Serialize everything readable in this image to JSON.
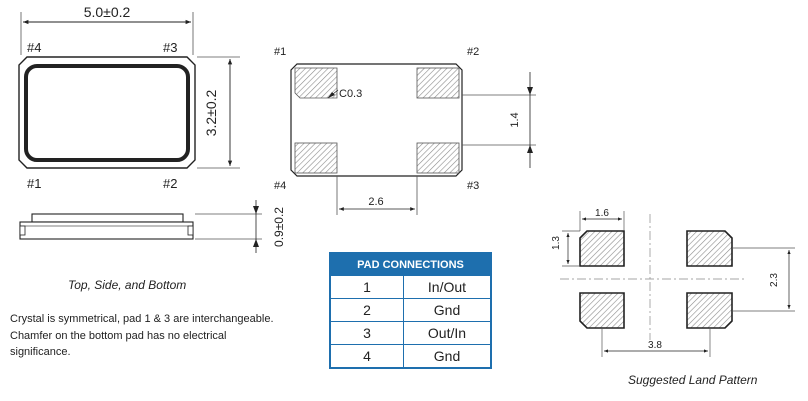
{
  "top_view": {
    "width_dim": "5.0±0.2",
    "height_dim": "3.2±0.2",
    "pins": [
      "#1",
      "#2",
      "#3",
      "#4"
    ]
  },
  "side_view": {
    "thickness_dim": "0.9±0.2"
  },
  "bottom_view": {
    "pins": [
      "#1",
      "#2",
      "#3",
      "#4"
    ],
    "chamfer_label": "C0.3",
    "pad_pitch_h": "2.6",
    "pad_pitch_v": "1.4"
  },
  "land_pattern": {
    "pad_width": "1.6",
    "pad_height": "1.3",
    "pitch_h": "3.8",
    "pitch_v": "2.3",
    "caption": "Suggested Land Pattern"
  },
  "top_caption": "Top, Side, and Bottom",
  "note_lines": [
    "Crystal is symmetrical, pad 1 & 3 are interchangeable.",
    "Chamfer on the bottom pad has no electrical",
    "significance."
  ],
  "pad_table": {
    "title": "PAD CONNECTIONS",
    "rows": [
      {
        "pin": "1",
        "function": "In/Out"
      },
      {
        "pin": "2",
        "function": "Gnd"
      },
      {
        "pin": "3",
        "function": "Out/In"
      },
      {
        "pin": "4",
        "function": "Gnd"
      }
    ]
  },
  "colors": {
    "table_blue": "#1e6fae",
    "line": "#222222",
    "hatch": "#9a9a9a"
  }
}
